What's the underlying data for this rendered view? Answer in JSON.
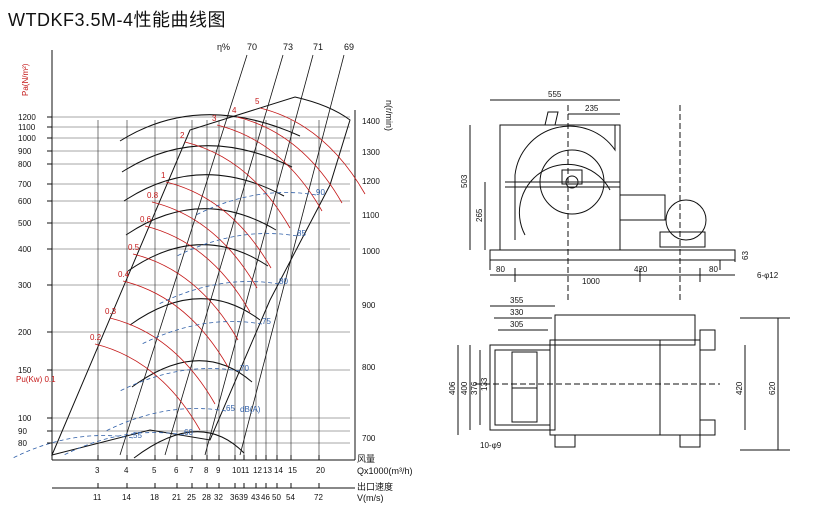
{
  "title": "WTDKF3.5M-4性能曲线图",
  "chart": {
    "y_unit_label": "Pa(N/m²)",
    "pressure_ticks": [
      "1200",
      "1100",
      "1000",
      "900",
      "800",
      "700",
      "600",
      "500",
      "400",
      "300",
      "200",
      "150",
      "100",
      "90",
      "80"
    ],
    "rpm_label": "n(r/min)",
    "rpm_ticks": [
      "1400",
      "1300",
      "1200",
      "1100",
      "1000",
      "900",
      "800",
      "700"
    ],
    "eff_label": "η%",
    "eff_values": [
      "70",
      "73",
      "71",
      "69"
    ],
    "power_label": "Pu(Kw) 0.1",
    "power_values": [
      "5",
      "4",
      "3",
      "2",
      "1",
      "0.8",
      "0.6",
      "0.5",
      "0.4",
      "0.3",
      "0.2"
    ],
    "noise_unit": "dB(A)",
    "noise_values": [
      "90",
      "85",
      "80",
      "75",
      "70",
      "65",
      "60",
      "55"
    ],
    "flow_label_cn": "风量",
    "flow_label": "Qx1000(m³/h)",
    "flow_ticks": [
      "3",
      "4",
      "5",
      "6",
      "7",
      "8",
      "9",
      "10",
      "11",
      "12",
      "13",
      "14",
      "15",
      "20"
    ],
    "vel_label_cn": "出口速度",
    "vel_label": "V(m/s)",
    "vel_ticks": [
      "11",
      "14",
      "18",
      "21",
      "25",
      "28",
      "32",
      "36",
      "39",
      "43",
      "46",
      "50",
      "54",
      "72"
    ]
  },
  "drawing_top": {
    "dims": [
      "555",
      "235",
      "503",
      "265",
      "80",
      "420",
      "80",
      "1000",
      "63",
      "6-φ12"
    ]
  },
  "drawing_bottom": {
    "dims": [
      "355",
      "330",
      "305",
      "406",
      "400",
      "376",
      "133",
      "420",
      "620",
      "10-φ9"
    ]
  }
}
